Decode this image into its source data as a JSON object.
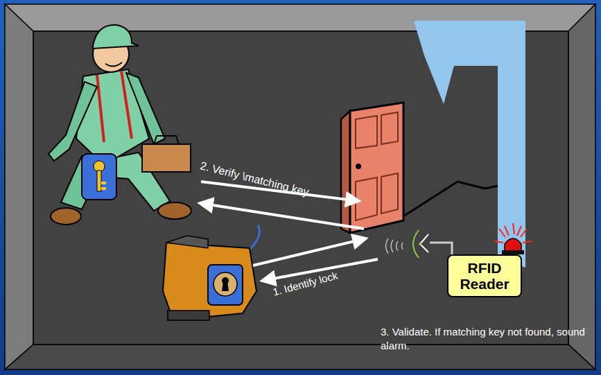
{
  "diagram": {
    "nodes": [
      {
        "text": [
          "RFID Reader"
        ]
      }
    ],
    "labels": [
      "2. Verify \\matching key",
      "1. Identify lock",
      "3. Validate. If matching key not found, sound alarm."
    ]
  }
}
